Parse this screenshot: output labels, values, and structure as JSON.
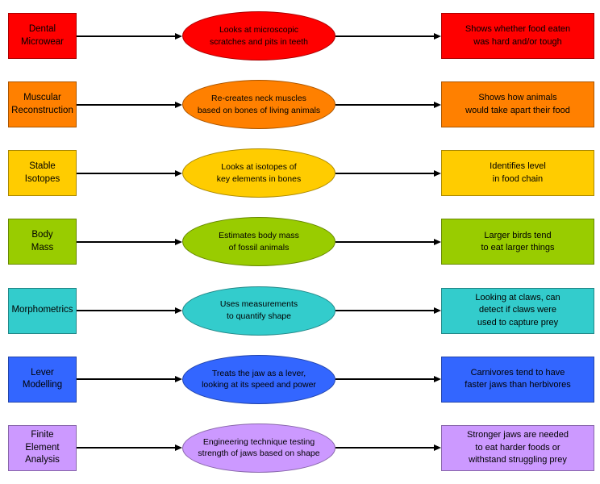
{
  "diagram": {
    "background": "#FFFFFF",
    "arrow_color": "#000000",
    "text_color": "#000000"
  },
  "rows": [
    {
      "id": "dental-microwear",
      "method": "Dental\nMicrowear",
      "process": "Looks at microscopic\nscratches and pits in teeth",
      "outcome": "Shows whether food eaten\nwas hard and/or tough",
      "fill": "#FF0000",
      "border": "#AA0000"
    },
    {
      "id": "muscular-reconstruction",
      "method": "Muscular\nReconstruction",
      "process": "Re-creates neck muscles\nbased on bones of living animals",
      "outcome": "Shows how animals\nwould take apart their food",
      "fill": "#FF8000",
      "border": "#AA5500"
    },
    {
      "id": "stable-isotopes",
      "method": "Stable\nIsotopes",
      "process": "Looks at isotopes of\nkey elements in bones",
      "outcome": "Identifies level\nin food chain",
      "fill": "#FFCC00",
      "border": "#AA8800"
    },
    {
      "id": "body-mass",
      "method": "Body\nMass",
      "process": "Estimates body mass\nof fossil animals",
      "outcome": "Larger birds tend\nto eat larger things",
      "fill": "#99CC00",
      "border": "#668800"
    },
    {
      "id": "morphometrics",
      "method": "Morphometrics",
      "process": "Uses measurements\nto quantify shape",
      "outcome": "Looking at claws, can\ndetect if claws were\nused to capture prey",
      "fill": "#33CCCC",
      "border": "#228888"
    },
    {
      "id": "lever-modelling",
      "method": "Lever\nModelling",
      "process": "Treats the jaw as a lever,\nlooking at its speed and power",
      "outcome": "Carnivores tend to have\nfaster jaws than herbivores",
      "fill": "#3366FF",
      "border": "#2244AA"
    },
    {
      "id": "finite-element-analysis",
      "method": "Finite\nElement\nAnalysis",
      "process": "Engineering technique testing\nstrength of jaws based on shape",
      "outcome": "Stronger jaws are needed\nto eat harder foods or\nwithstand struggling prey",
      "fill": "#CC99FF",
      "border": "#8866AA"
    }
  ]
}
